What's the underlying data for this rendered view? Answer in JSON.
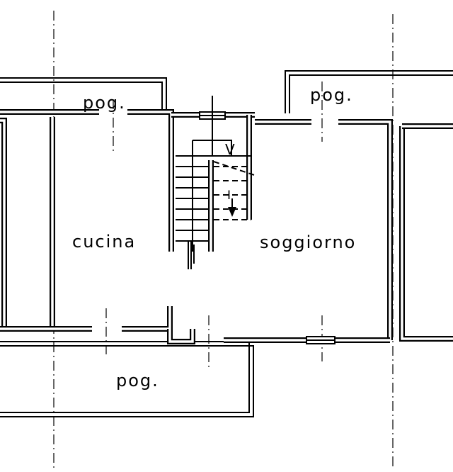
{
  "plan": {
    "rooms": {
      "balcony_top_left": "pog.",
      "balcony_top_right": "pog.",
      "balcony_bottom": "pog.",
      "kitchen": "cucina",
      "living_room": "soggiorno"
    },
    "stair_marks": {
      "upper": "V",
      "lower": "I"
    }
  }
}
